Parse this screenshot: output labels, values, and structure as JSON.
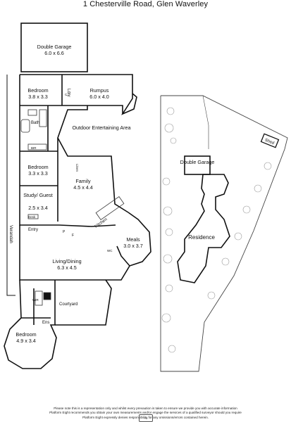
{
  "title": "1 Chesterville Road, Glen Waverley",
  "rooms": [
    {
      "name": "Double Garage",
      "dims": "6.0 x 6.6"
    },
    {
      "name": "Rumpus",
      "dims": "6.0 x 4.0"
    },
    {
      "name": "Bedroom",
      "dims": "3.8 x 3.3"
    },
    {
      "name": "Outdoor Entertaining Area",
      "dims": ""
    },
    {
      "name": "Bedroom",
      "dims": "3.3 x 3.3"
    },
    {
      "name": "Family",
      "dims": "4.5 x 4.4"
    },
    {
      "name": "Study/ Guest",
      "dims": "2.5 x 3.4"
    },
    {
      "name": "Living/Dining",
      "dims": "6.3 x 4.5"
    },
    {
      "name": "Meals",
      "dims": "3.0 x 3.7"
    },
    {
      "name": "Bedroom",
      "dims": "4.9 x 3.4"
    }
  ],
  "small_labels": {
    "ldry": "Ldry",
    "bath": "Bath",
    "bir": "BIR",
    "desk": "Desk",
    "entry": "Entry",
    "verandah": "Verandah",
    "kitchen": "Kitchen",
    "pantry": "P",
    "fridge": "F",
    "courtyard": "Courtyard",
    "ens": "Ens",
    "wir": "WIR",
    "linen": "Linen",
    "c": "C",
    "wc": "WC"
  },
  "site_labels": {
    "double_garage": "Double Garage",
    "residence": "Residence",
    "shed": "Shed"
  },
  "disclaimer": [
    "Please note this is a representation only and whilst every prevaution is taken to ensure we provide you with accurate information",
    "Platform Eight recommends you obtain your own measurements and/or engage the services of a qualified surveyor should you require",
    "Platform Eight expressly denies responsibility for any omissions/errors contained herein."
  ],
  "logo_text": "P8"
}
